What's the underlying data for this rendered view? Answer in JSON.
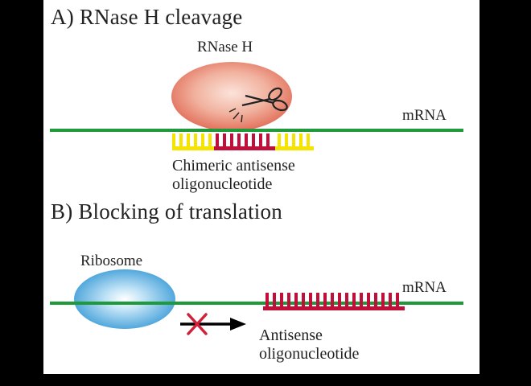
{
  "section_a": {
    "heading": "A) RNase H cleavage",
    "enzyme_label": "RNase H",
    "mrna_label": "mRNA",
    "oligo_label_line1": "Chimeric antisense",
    "oligo_label_line2": "oligonucleotide"
  },
  "section_b": {
    "heading": "B) Blocking of translation",
    "ribosome_label": "Ribosome",
    "mrna_label": "mRNA",
    "oligo_label_line1": "Antisense",
    "oligo_label_line2": "oligonucleotide"
  },
  "colors": {
    "background": "#000000",
    "panel": "#ffffff",
    "mrna_strand": "#1f9a3a",
    "antisense_red": "#c0103a",
    "chimeric_yellow": "#f4e400",
    "rnase_body": "#e98a7a",
    "ribosome_body": "#5aaee0",
    "block_cross": "#d0203a",
    "arrow": "#000000"
  },
  "icons": {
    "cleavage_tool": "scissors-icon",
    "blocked_movement": "cross-icon",
    "direction": "arrow-right-icon"
  }
}
